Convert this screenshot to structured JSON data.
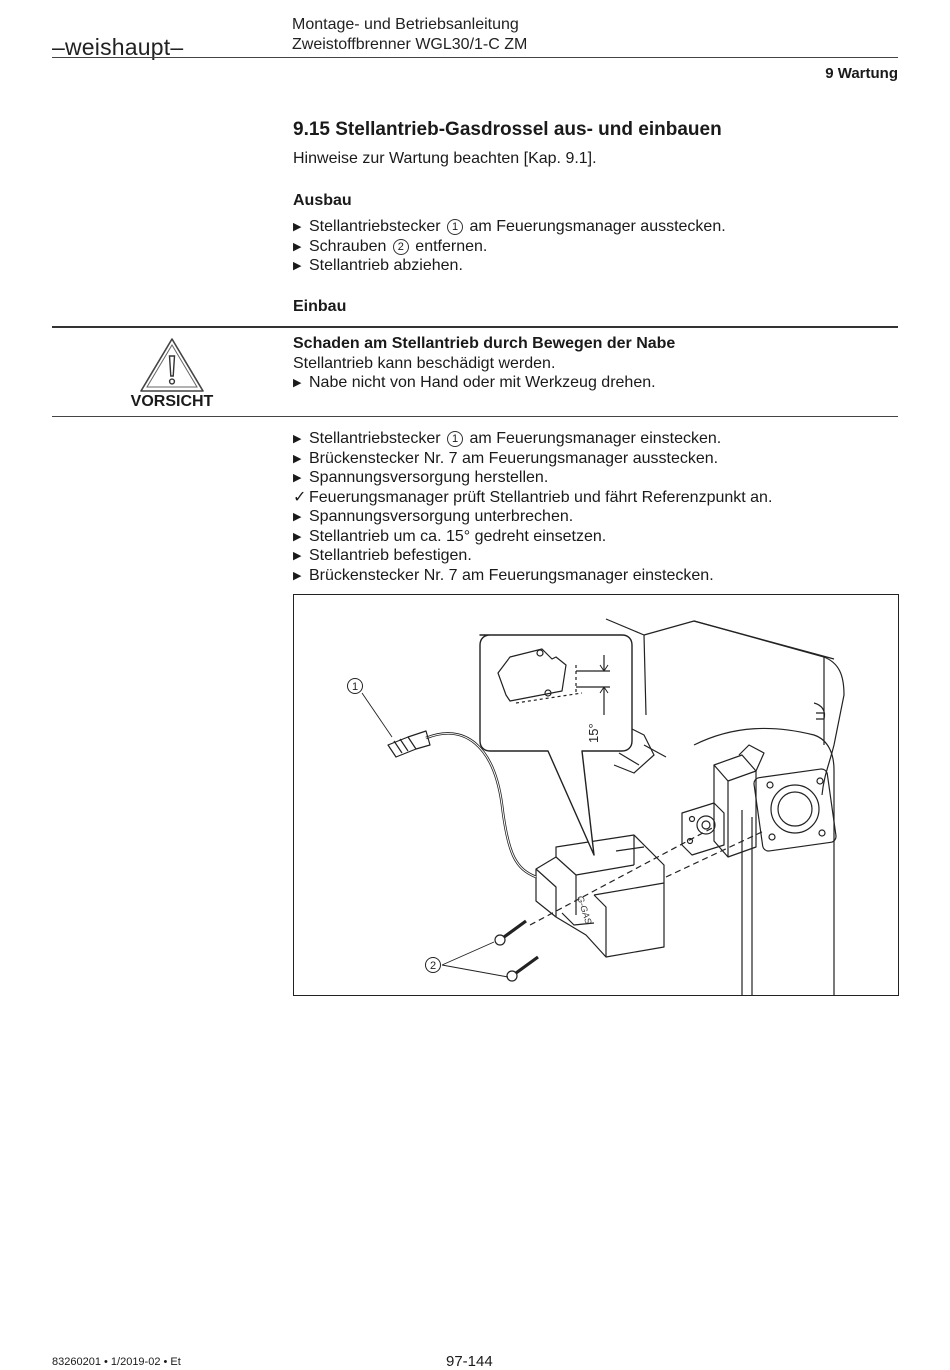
{
  "header": {
    "logo_text": "–weishaupt–",
    "doc_title_line1": "Montage- und Betriebsanleitung",
    "doc_title_line2": "Zweistoffbrenner WGL30/1-C ZM",
    "chapter": "9 Wartung"
  },
  "section": {
    "title": "9.15 Stellantrieb-Gasdrossel aus- und einbauen",
    "intro": "Hinweise zur Wartung beachten [Kap. 9.1]."
  },
  "ausbau": {
    "heading": "Ausbau",
    "steps": [
      {
        "before": "Stellantriebstecker",
        "num": "1",
        "after": "am Feuerungsmanager ausstecken."
      },
      {
        "before": "Schrauben",
        "num": "2",
        "after": "entfernen."
      },
      {
        "before": "Stellantrieb abziehen.",
        "num": "",
        "after": ""
      }
    ]
  },
  "einbau": {
    "heading": "Einbau"
  },
  "warning": {
    "label": "VORSICHT",
    "title": "Schaden am Stellantrieb durch Bewegen der Nabe",
    "text": "Stellantrieb kann beschädigt werden.",
    "action": "Nabe nicht von Hand oder mit Werkzeug drehen."
  },
  "einbau_steps": [
    {
      "type": "action",
      "before": "Stellantriebstecker",
      "num": "1",
      "after": "am Feuerungsmanager einstecken."
    },
    {
      "type": "action",
      "before": "Brückenstecker Nr. 7 am Feuerungsmanager ausstecken.",
      "num": "",
      "after": ""
    },
    {
      "type": "action",
      "before": "Spannungsversorgung herstellen.",
      "num": "",
      "after": ""
    },
    {
      "type": "result",
      "before": "Feuerungsmanager prüft Stellantrieb und fährt Referenzpunkt an.",
      "num": "",
      "after": ""
    },
    {
      "type": "action",
      "before": "Spannungsversorgung unterbrechen.",
      "num": "",
      "after": ""
    },
    {
      "type": "action",
      "before": "Stellantrieb um ca. 15° gedreht einsetzen.",
      "num": "",
      "after": ""
    },
    {
      "type": "action",
      "before": "Stellantrieb befestigen.",
      "num": "",
      "after": ""
    },
    {
      "type": "action",
      "before": "Brückenstecker Nr. 7 am Feuerungsmanager einstecken.",
      "num": "",
      "after": ""
    }
  ],
  "figure": {
    "callout_1": "1",
    "callout_2": "2",
    "angle_label": "15°",
    "actuator_text": "G-GAS"
  },
  "footer": {
    "doc_number": "83260201 • 1/2019-02 • Et",
    "page": "97-144"
  }
}
